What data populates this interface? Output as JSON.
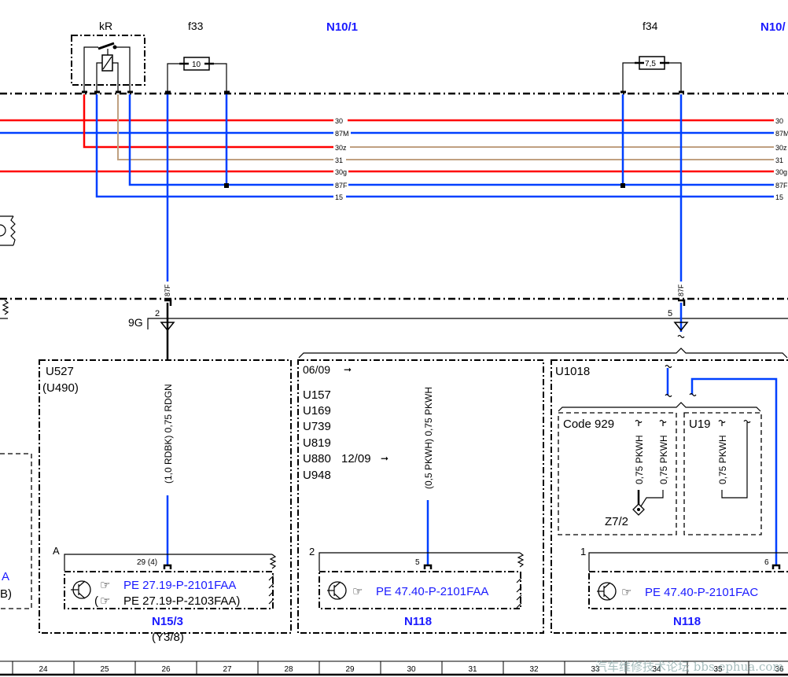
{
  "top_labels": {
    "relay": "kR",
    "fuse1": "f33",
    "fuse2": "f34",
    "module1": "N10/1",
    "module2": "N10/"
  },
  "fuses": {
    "f33_rating": "10",
    "f34_rating": "7,5"
  },
  "bus_lines": [
    {
      "name": "30",
      "color": "#ff0000"
    },
    {
      "name": "87M",
      "color": "#0040ff"
    },
    {
      "name": "30z",
      "color": "#c0a080"
    },
    {
      "name": "31",
      "color": "#c0a080"
    },
    {
      "name": "30g",
      "color": "#ff0000"
    },
    {
      "name": "87F",
      "color": "#0040ff"
    },
    {
      "name": "15",
      "color": "#0040ff"
    }
  ],
  "bus_right_labels": [
    "30",
    "87M",
    "30z",
    "31",
    "30g",
    "87F",
    "15"
  ],
  "connectors": {
    "left_tap_label": "87F",
    "right_tap_label": "87F",
    "left_pin": "2",
    "right_pin": "5",
    "left_connector": "9G"
  },
  "module_left": {
    "variant1": "U527",
    "variant2": "(U490)",
    "wire_label": "(1,0 RDBK) 0,75 RDGN",
    "plug": "A",
    "pin": "29 (4)",
    "ref1": "PE 27.19-P-2101FAA",
    "ref2": "PE 27.19-P-2103FAA)",
    "ref2_prefix": "(",
    "name": "N15/3",
    "name_alt": "(Y3/8)"
  },
  "module_far_left": {
    "label1": "A",
    "label2": "B)"
  },
  "module_mid": {
    "date1": "06/09",
    "codes": [
      "U157",
      "U169",
      "U739",
      "U819",
      "U880",
      "U948"
    ],
    "date2": "12/09",
    "wire_label": "(0,5 PKWH) 0,75 PKWH",
    "plug": "2",
    "pin": "5",
    "ref": "PE 47.40-P-2101FAA",
    "name": "N118"
  },
  "module_right": {
    "variant": "U1018",
    "sub1_label": "Code 929",
    "sub1_wire1": "0,75 PKWH",
    "sub1_wire2": "0,75 PKWH",
    "splice": "Z7/2",
    "sub2_label": "U19",
    "sub2_wire": "0,75 PKWH",
    "plug": "1",
    "pin": "6",
    "ref": "PE 47.40-P-2101FAC",
    "name": "N118"
  },
  "grid_columns": [
    "24",
    "25",
    "26",
    "27",
    "28",
    "29",
    "30",
    "31",
    "32",
    "33",
    "34",
    "35",
    "36"
  ],
  "watermark": "汽车维修技术论坛 bbs.ephua.com",
  "icons": {
    "transistor": "transistor-icon",
    "pointing_hand": "pointing-hand-icon"
  }
}
